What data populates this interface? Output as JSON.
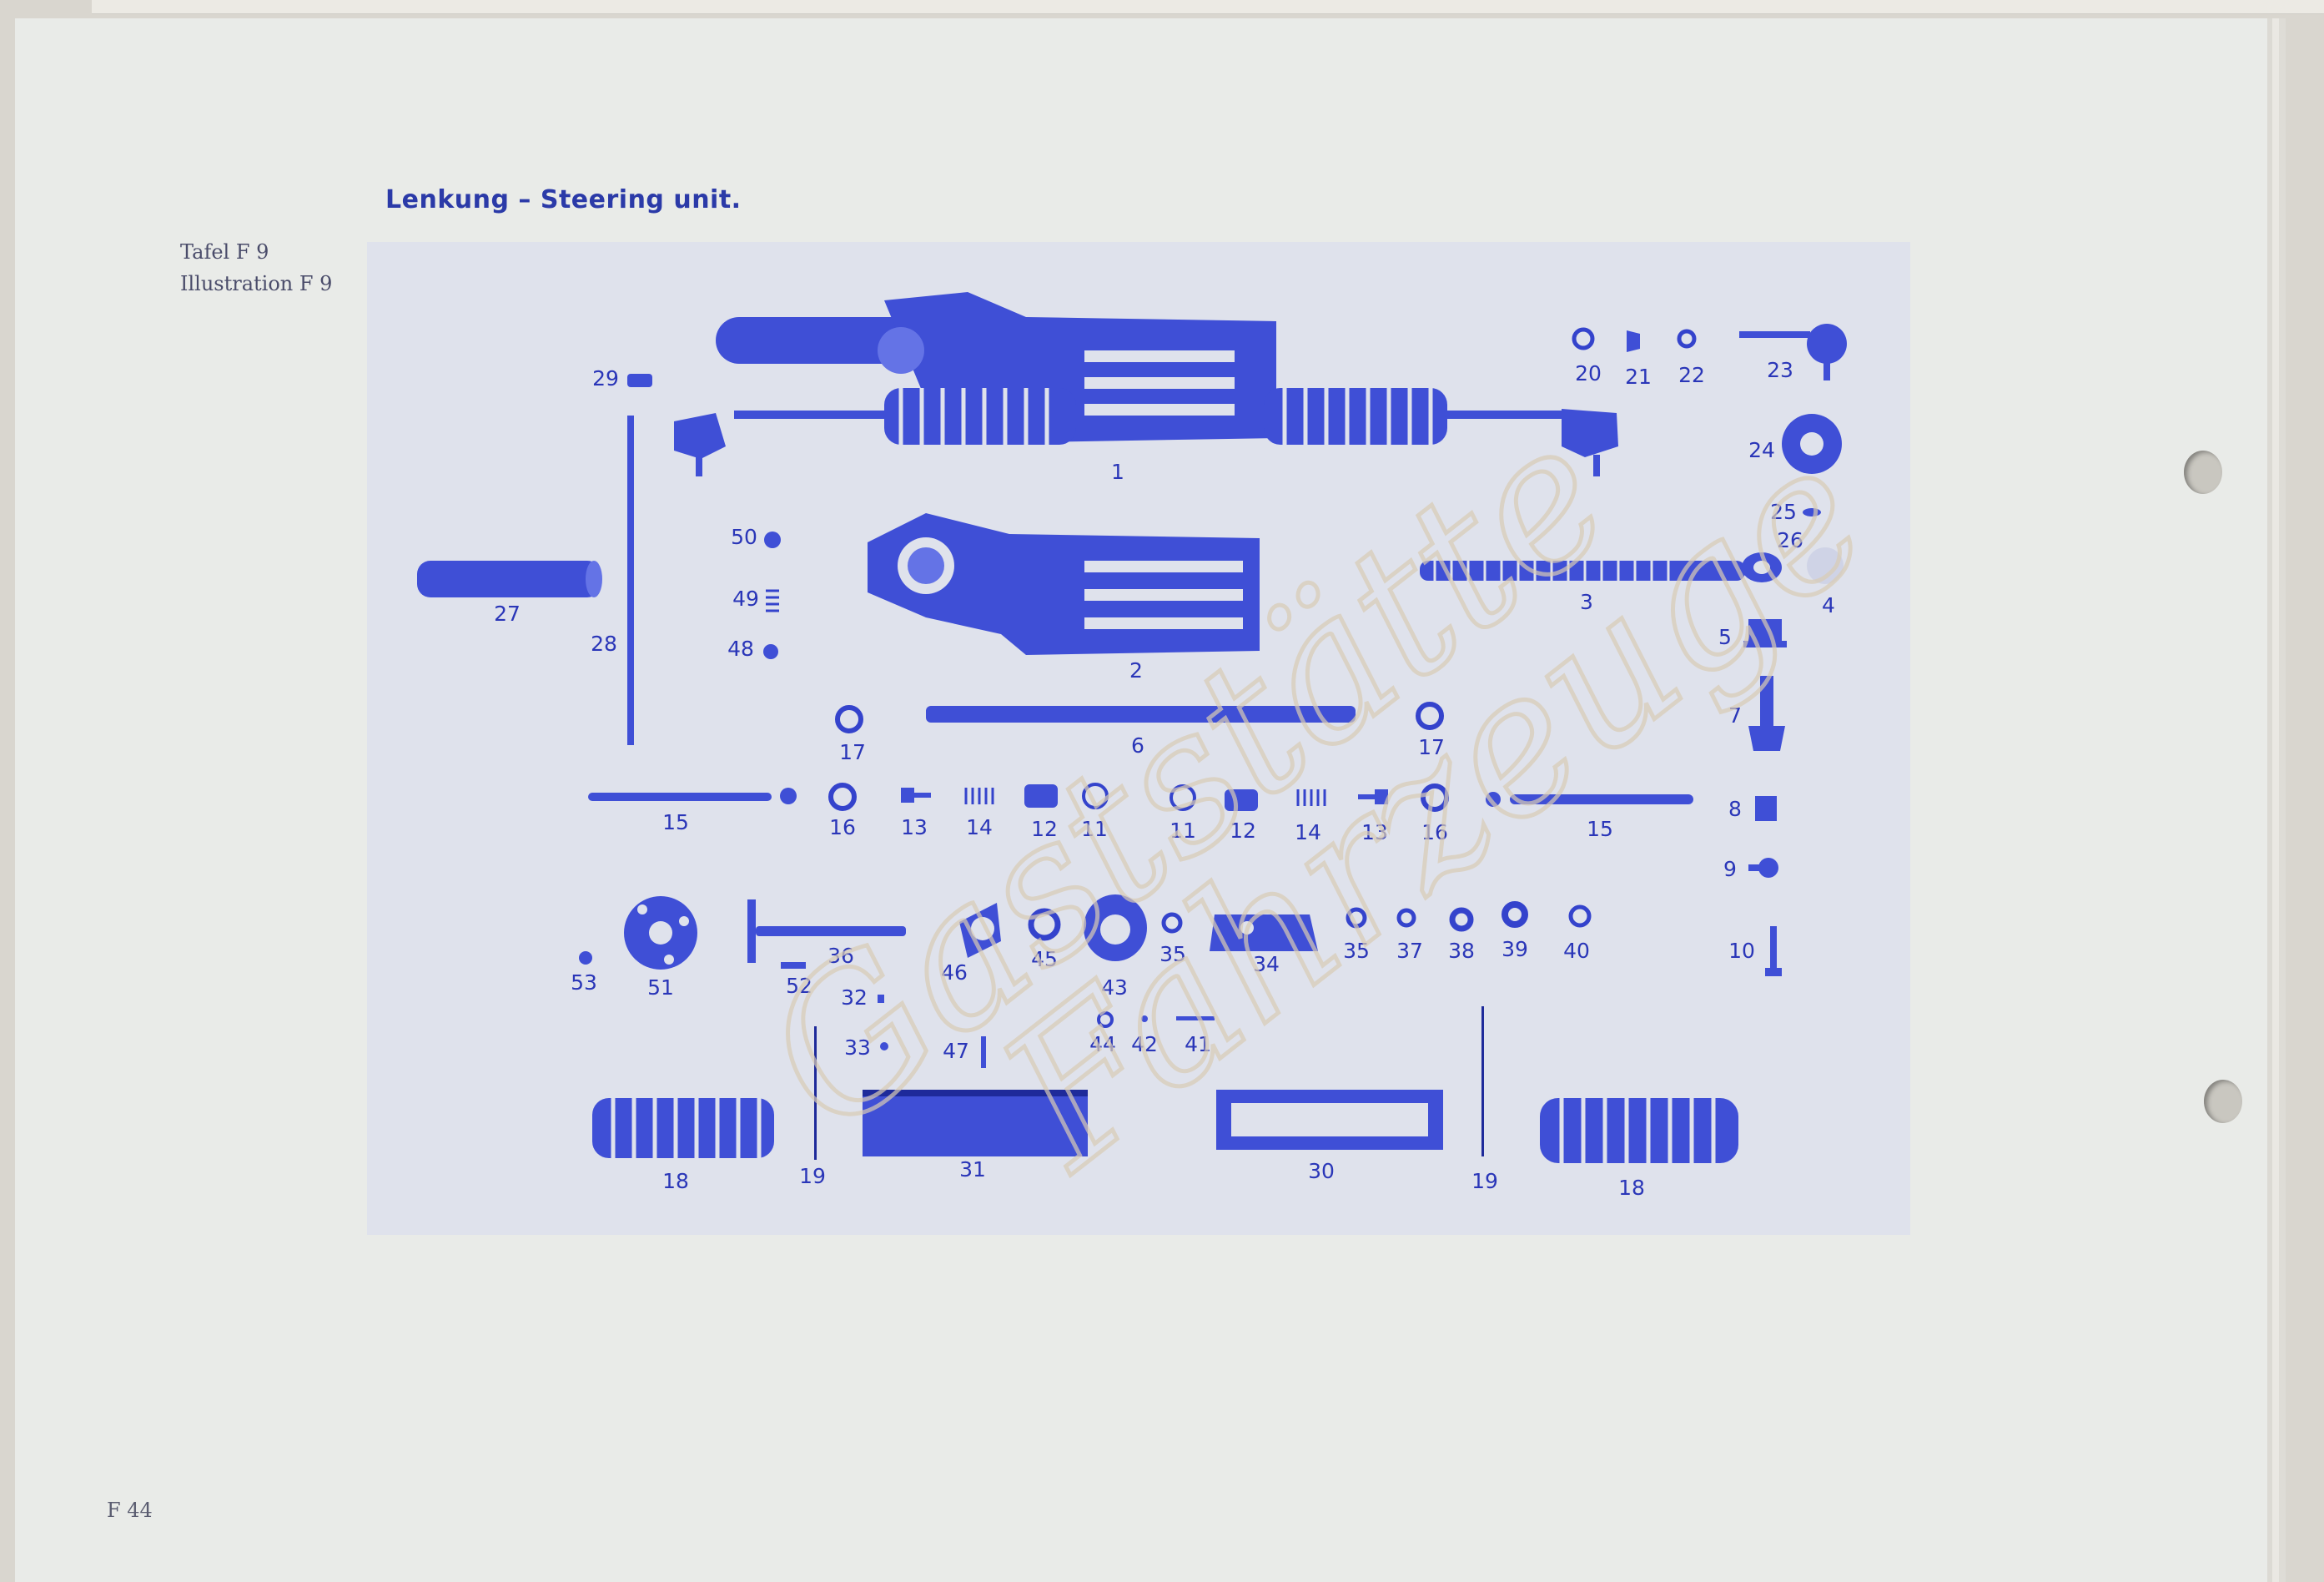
{
  "title": "Lenkung – Steering unit.",
  "plate_de": "Tafel F 9",
  "plate_en": "Illustration F 9",
  "page_number": "F 44",
  "watermark": {
    "line1": "Gaststätte",
    "line2": "Fahrzeuge"
  },
  "colors": {
    "ink": "#3f4fd6",
    "paper": "#e9ebe8",
    "title": "#2b3aa8"
  },
  "part_numbers": [
    "1",
    "2",
    "3",
    "4",
    "5",
    "6",
    "7",
    "8",
    "9",
    "10",
    "11",
    "12",
    "13",
    "14",
    "15",
    "16",
    "17",
    "18",
    "19",
    "20",
    "21",
    "22",
    "23",
    "24",
    "25",
    "26",
    "27",
    "28",
    "29",
    "30",
    "31",
    "32",
    "33",
    "34",
    "35",
    "36",
    "37",
    "38",
    "39",
    "40",
    "41",
    "42",
    "43",
    "44",
    "45",
    "46",
    "47",
    "48",
    "49",
    "50",
    "51",
    "52",
    "53"
  ]
}
